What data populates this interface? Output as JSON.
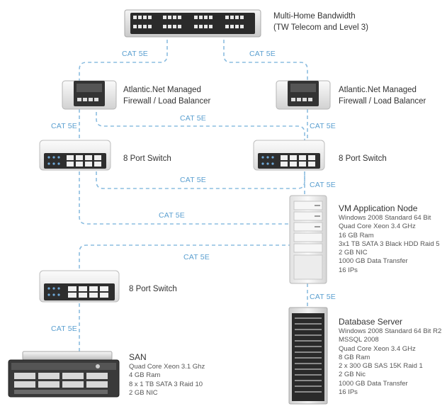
{
  "cable_label": "CAT 5E",
  "colors": {
    "cable": "#8cbde0",
    "label": "#5a9fd0"
  },
  "bandwidth": {
    "line1": "Multi-Home Bandwidth",
    "line2": "(TW Telecom and Level 3)"
  },
  "firewall_left": {
    "line1": "Atlantic.Net Managed",
    "line2": "Firewall / Load Balancer"
  },
  "firewall_right": {
    "line1": "Atlantic.Net Managed",
    "line2": "Firewall / Load Balancer"
  },
  "switch_left": {
    "label": "8 Port Switch"
  },
  "switch_right": {
    "label": "8 Port Switch"
  },
  "switch_lower": {
    "label": "8 Port Switch"
  },
  "vm_node": {
    "title": "VM Application Node",
    "specs": [
      "Windows 2008 Standard 64 Bit",
      "Quad Core Xeon 3.4 GHz",
      "16 GB Ram",
      "3x1 TB SATA 3 Black HDD Raid 5",
      "2 GB NIC",
      "1000 GB Data Transfer",
      "16 IPs"
    ]
  },
  "database": {
    "title": "Database Server",
    "specs": [
      "Windows 2008 Standard 64 Bit R2",
      "MSSQL 2008",
      "Quad Core Xeon 3.4 GHz",
      "8 GB Ram",
      "2 x 300 GB SAS 15K Raid 1",
      "2 GB Nic",
      "1000 GB Data Transfer",
      "16 IPs"
    ]
  },
  "san": {
    "title": "SAN",
    "specs": [
      "Quad Core Xeon 3.1 Ghz",
      "4 GB Ram",
      "8 x 1 TB SATA 3 Raid 10",
      "2 GB NIC"
    ]
  }
}
